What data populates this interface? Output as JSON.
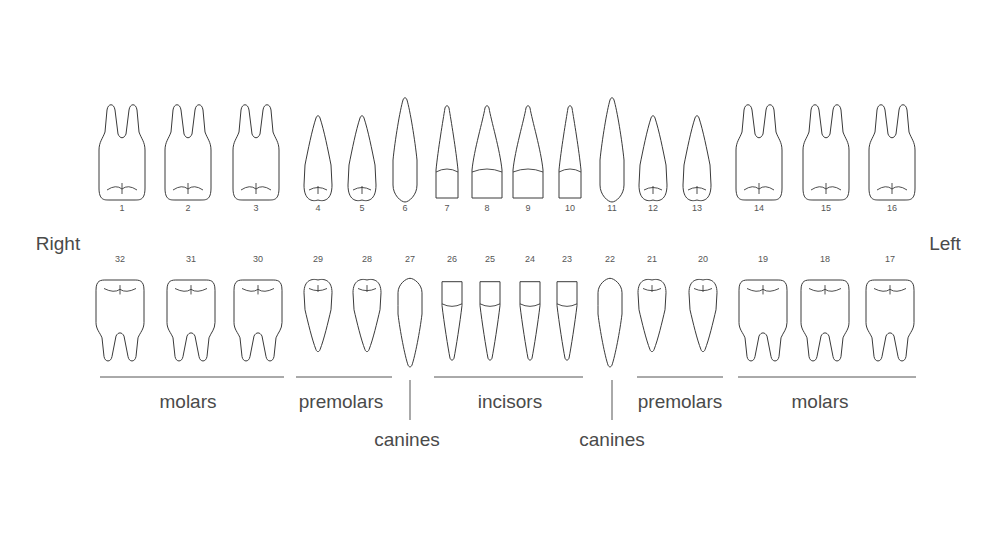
{
  "diagram": {
    "labels": [
      "Right",
      "Left",
      "1",
      "2",
      "3",
      "4",
      "5",
      "6",
      "7",
      "8",
      "9",
      "10",
      "11",
      "12",
      "13",
      "14",
      "15",
      "16",
      "32",
      "31",
      "30",
      "29",
      "28",
      "27",
      "26",
      "25",
      "24",
      "23",
      "22",
      "21",
      "20",
      "19",
      "18",
      "17",
      "molars",
      "premolars",
      "incisors",
      "premolars",
      "molars",
      "canines",
      "canines"
    ]
  }
}
